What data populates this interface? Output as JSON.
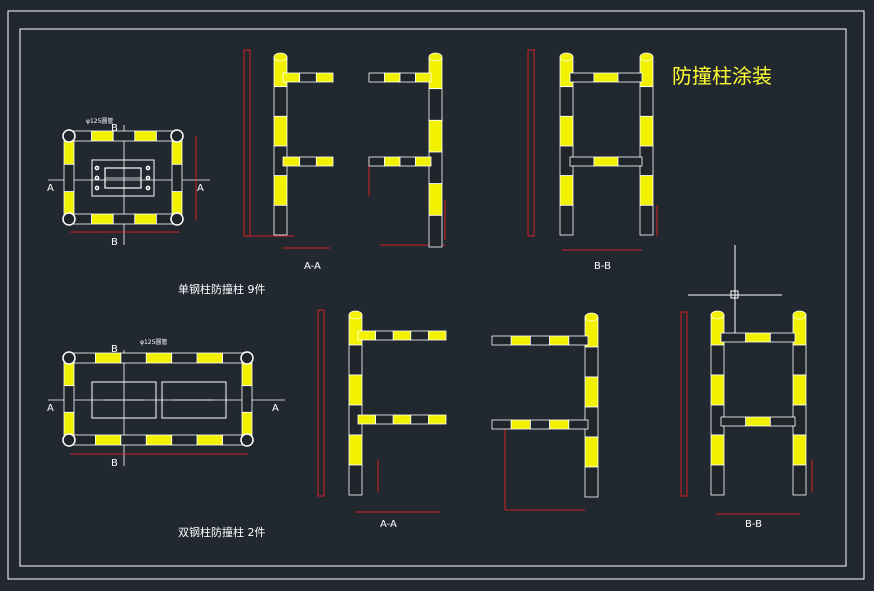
{
  "title": "防撞柱涂装",
  "single": {
    "caption": "单钢柱防撞柱 9件",
    "section_aa": "A-A",
    "section_bb": "B-B",
    "marker_a": "A",
    "marker_b": "B",
    "note": "φ125圆管"
  },
  "double": {
    "caption": "双钢柱防撞柱 2件",
    "section_aa": "A-A",
    "section_bb": "B-B",
    "marker_a": "A",
    "marker_b": "B",
    "note": "φ125圆管"
  },
  "colors": {
    "background": "#212830",
    "stripe_yellow": "#f2f200",
    "stripe_black": "#20252b",
    "outline": "#ffffff",
    "dimension": "#ff2020",
    "frame": "#ffffff"
  }
}
